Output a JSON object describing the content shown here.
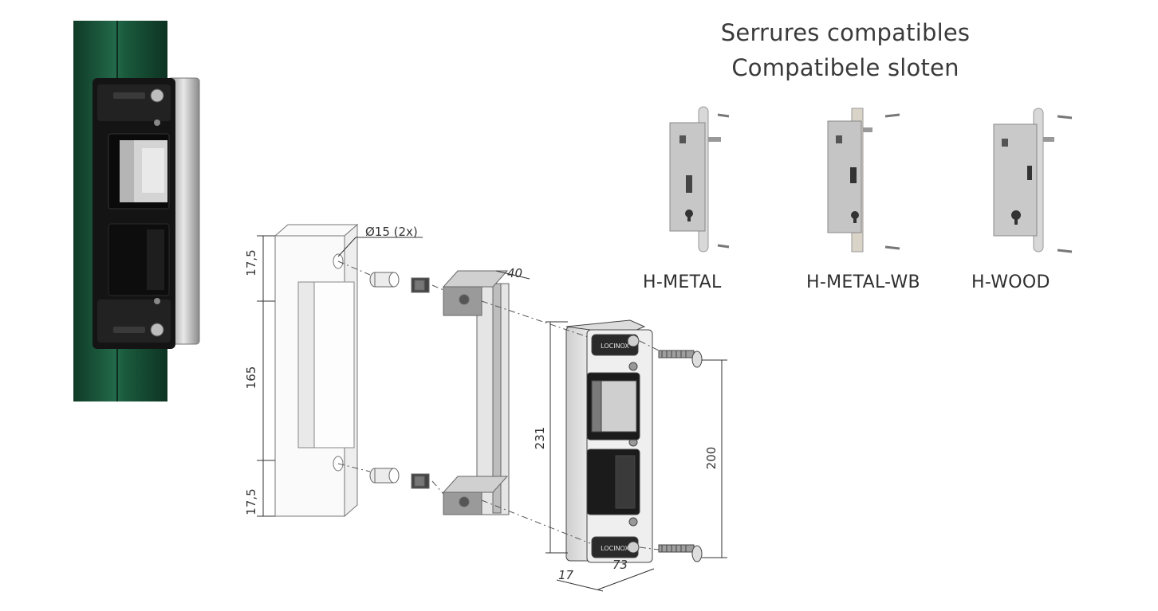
{
  "heading": {
    "line1": "Serrures compatibles",
    "line2": "Compatibele sloten"
  },
  "locks": [
    {
      "label": "H-METAL"
    },
    {
      "label": "H-METAL-WB"
    },
    {
      "label": "H-WOOD"
    }
  ],
  "dimensions": {
    "hole": "Ø15 (2x)",
    "top_offset": "17,5",
    "bottom_offset": "17,5",
    "hole_spacing": "165",
    "bracket_depth": "40",
    "keeper_height": "231",
    "screw_spacing": "200",
    "keeper_width": "73",
    "keeper_depth": "17"
  },
  "brand": {
    "logo_text": "LOCINOX"
  },
  "colors": {
    "gate_green": "#1f5a3c",
    "keeper_black": "#1a1a1a",
    "steel": "#c9c9c9"
  }
}
